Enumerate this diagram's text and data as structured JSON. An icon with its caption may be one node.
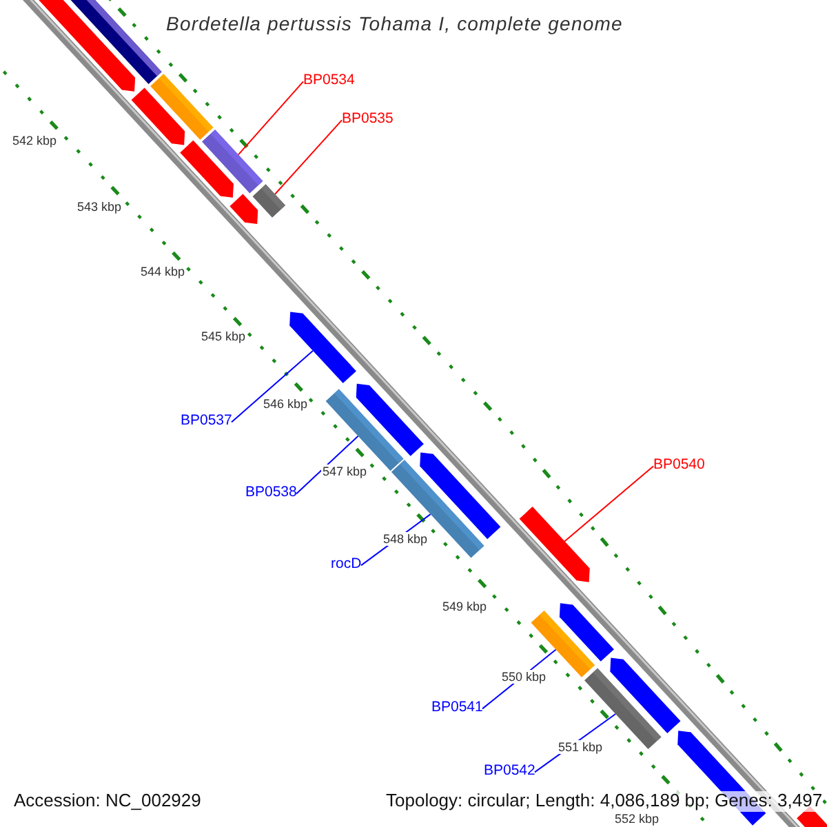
{
  "diagram": {
    "title": "Bordetella pertussis Tohama I, complete genome",
    "nodes": [
      {
        "text": [
          "BP0534"
        ]
      },
      {
        "text": [
          "BP0535"
        ]
      },
      {
        "text": [
          "BP0537"
        ]
      },
      {
        "text": [
          "BP0538"
        ]
      },
      {
        "text": [
          "rocD"
        ]
      },
      {
        "text": [
          "BP0540"
        ]
      },
      {
        "text": [
          "BP0541"
        ]
      },
      {
        "text": [
          "BP0542"
        ]
      },
      {
        "text": [],
        "shape": "pentagon"
      },
      {
        "text": [],
        "shape": "bar"
      },
      {
        "text": [],
        "shape": "pentagon"
      },
      {
        "text": [],
        "shape": "bar"
      },
      {
        "text": [],
        "shape": "pentagon"
      },
      {
        "text": [],
        "shape": "bar"
      },
      {
        "text": [],
        "shape": "pentagon"
      },
      {
        "text": [],
        "shape": "bar"
      },
      {
        "text": [],
        "shape": "pentagon"
      },
      {
        "text": [],
        "shape": "bar"
      },
      {
        "text": [],
        "shape": "pentagon"
      },
      {
        "text": [],
        "shape": "bar"
      },
      {
        "text": [],
        "shape": "pentagon"
      },
      {
        "text": [],
        "shape": "pentagon"
      },
      {
        "text": [],
        "shape": "bar"
      },
      {
        "text": [],
        "shape": "pentagon"
      },
      {
        "text": [],
        "shape": "bar"
      },
      {
        "text": [],
        "shape": "pentagon"
      },
      {
        "text": [],
        "shape": "pentagon"
      },
      {
        "text": [],
        "shape": "pentagon"
      }
    ],
    "edges": [
      {
        "from": 0,
        "to": 13,
        "arrow": "none",
        "color": "#ff0000"
      },
      {
        "from": 1,
        "to": 15,
        "arrow": "none",
        "color": "#ff0000"
      },
      {
        "from": 2,
        "to": 16,
        "arrow": "none"
      },
      {
        "from": 3,
        "to": 17,
        "arrow": "none"
      },
      {
        "from": 4,
        "to": 19,
        "arrow": "none"
      },
      {
        "from": 5,
        "to": 21,
        "arrow": "none",
        "color": "#ff0000"
      },
      {
        "from": 6,
        "to": 22,
        "arrow": "none"
      },
      {
        "from": 7,
        "to": 24,
        "arrow": "none"
      }
    ],
    "labels": [
      "542 kbp",
      "543 kbp",
      "544 kbp",
      "545 kbp",
      "546 kbp",
      "547 kbp",
      "548 kbp",
      "549 kbp",
      "550 kbp",
      "551 kbp",
      "552 kbp",
      "Accession: NC_002929",
      "Topology: circular; Length: 4,086,189 bp; Genes: 3,497"
    ]
  }
}
